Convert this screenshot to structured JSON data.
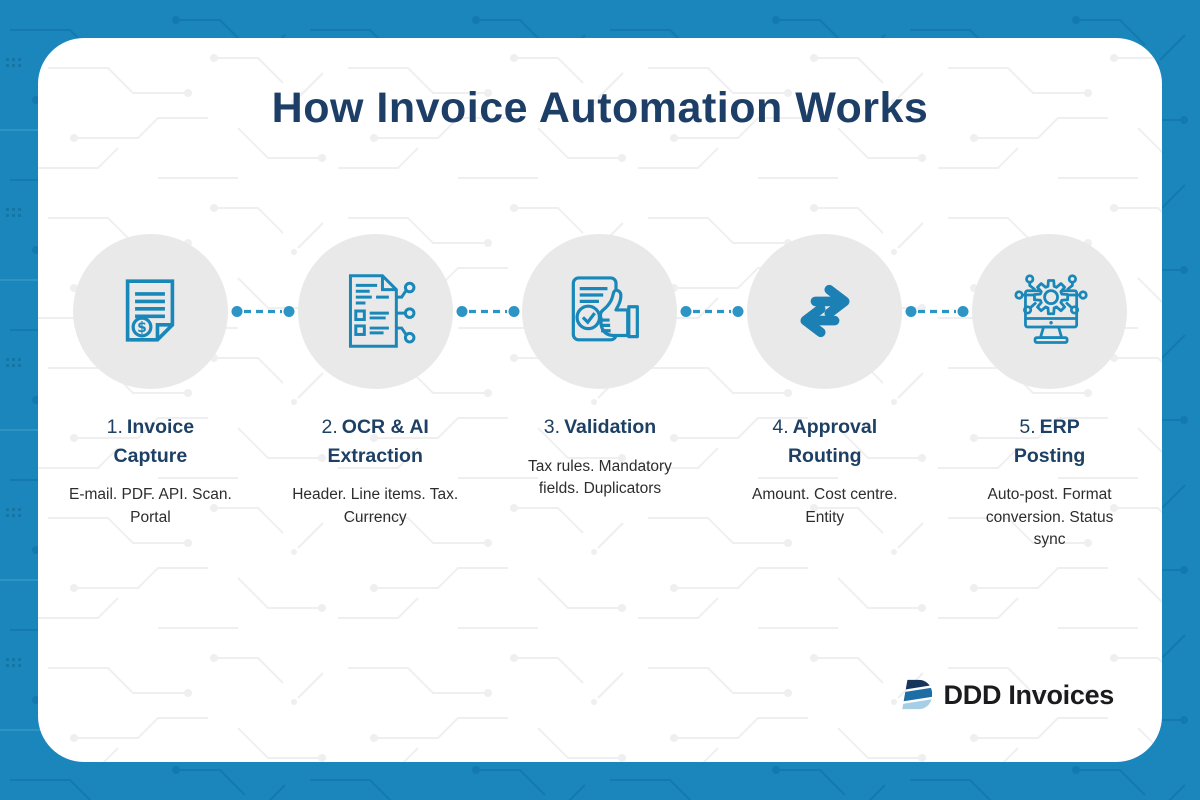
{
  "page": {
    "title": "How Invoice Automation Works"
  },
  "steps": [
    {
      "number": "1.",
      "title": "Invoice Capture",
      "description": "E-mail. PDF. API. Scan. Portal",
      "icon": "invoice-document-icon"
    },
    {
      "number": "2.",
      "title": "OCR & AI Extraction",
      "description": "Header. Line items. Tax. Currency",
      "icon": "ocr-extraction-icon"
    },
    {
      "number": "3.",
      "title": "Validation",
      "description": "Tax rules. Mandatory fields. Duplicators",
      "icon": "validation-thumbs-up-icon"
    },
    {
      "number": "4.",
      "title": "Approval Routing",
      "description": "Amount. Cost centre. Entity",
      "icon": "transfer-arrows-icon"
    },
    {
      "number": "5.",
      "title": "ERP Posting",
      "description": "Auto-post. Format conversion. Status sync",
      "icon": "erp-monitor-gear-icon"
    }
  ],
  "logo": {
    "text": "DDD Invoices"
  },
  "colors": {
    "frame_blue": "#1a86bc",
    "circuit_trace_dark": "#0e6fa4",
    "card_white": "#ffffff",
    "circle_gray": "#e9e9ea",
    "icon_stroke": "#1a87b9",
    "arrow_blue": "#1d80b4",
    "connector_blue": "#2d95c3",
    "title_navy": "#1d3e66",
    "step_title_navy": "#1d4064",
    "description_gray": "#2d2d2d",
    "logo_band_dark": "#16365b",
    "logo_band_mid": "#1c6ea4",
    "logo_band_light": "#a6cfe5"
  }
}
